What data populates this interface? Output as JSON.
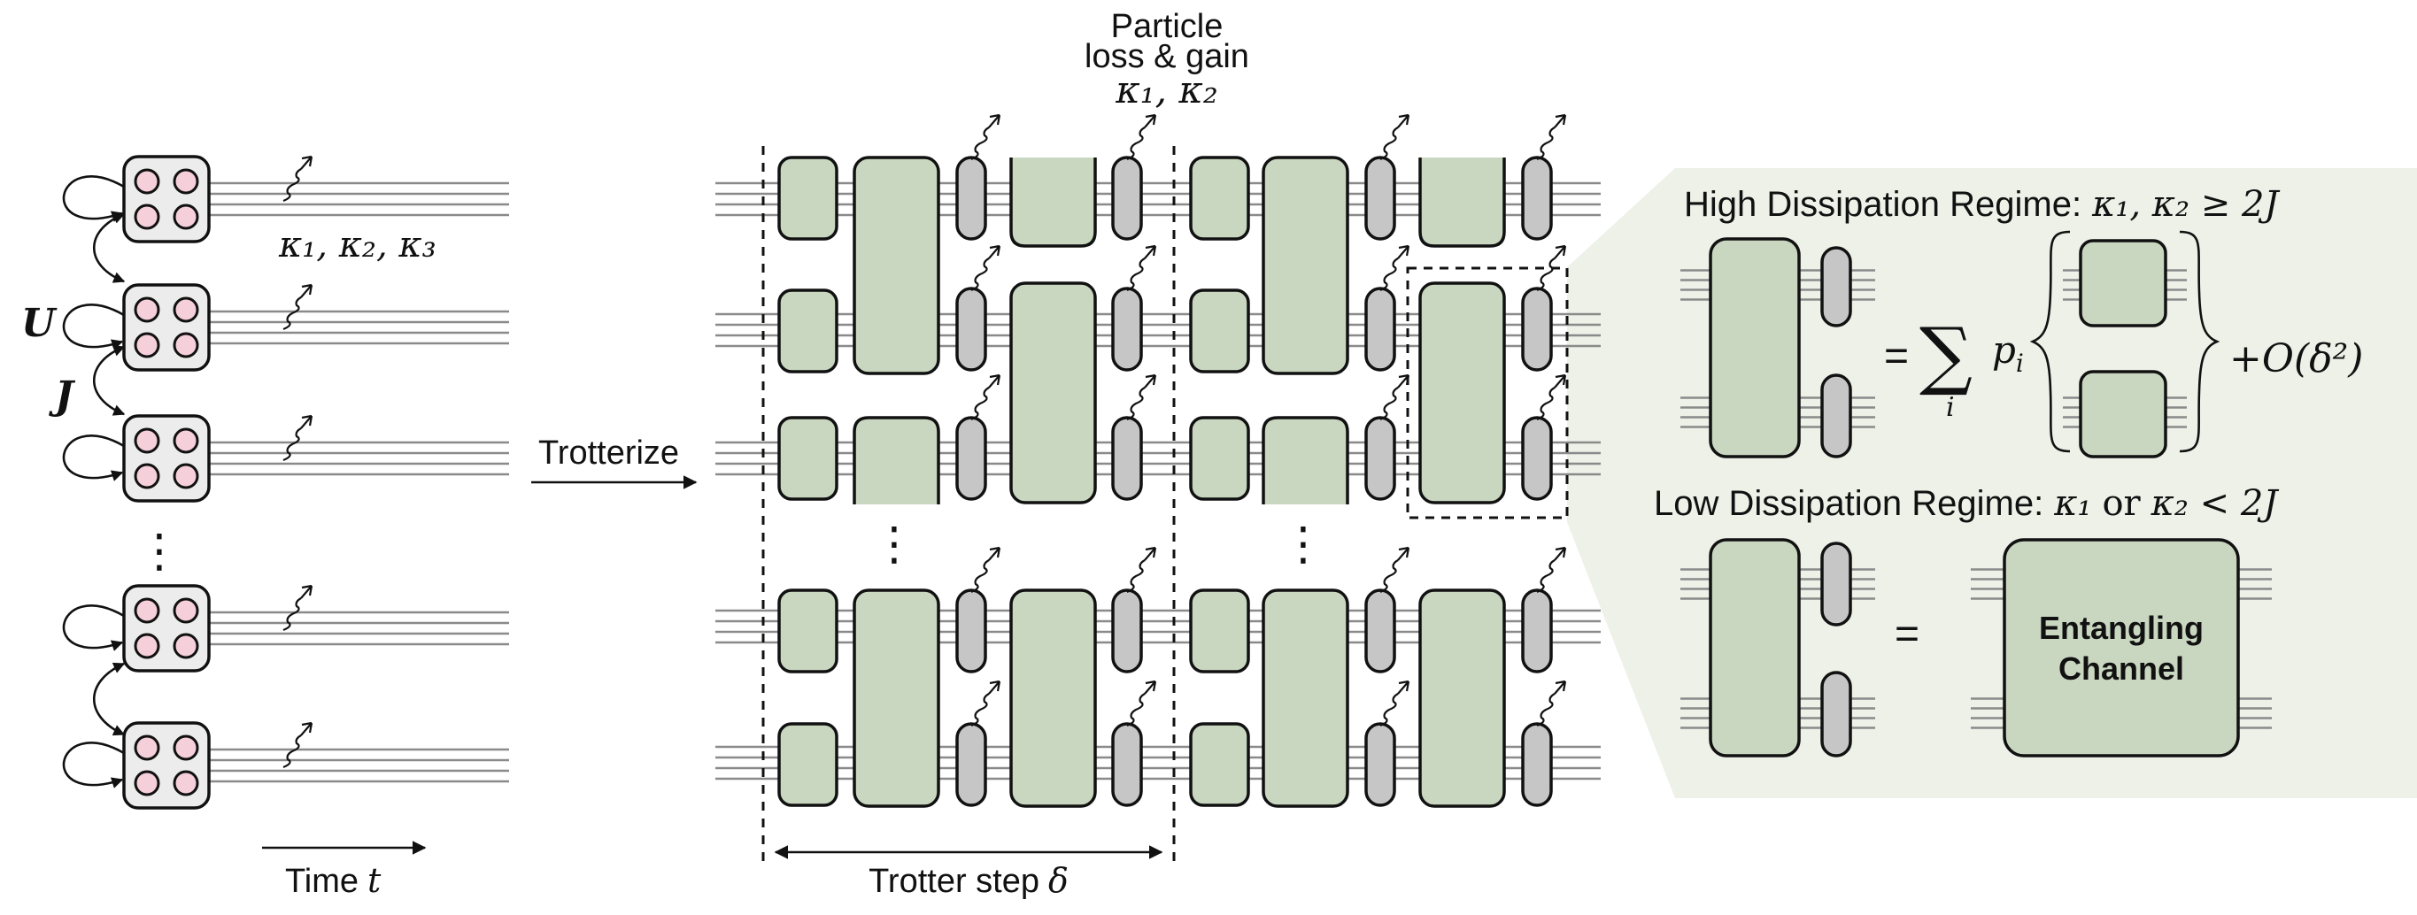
{
  "texts": {
    "kappa123": "κ₁, κ₂, κ₃",
    "U": "U",
    "J": "J",
    "vdots": "⋮",
    "trotterize": "Trotterize",
    "time_word": "Time",
    "time_var": "t",
    "particle_l1": "Particle",
    "particle_l2": "loss & gain",
    "kappa12": "κ₁, κ₂",
    "trotter_step_word": "Trotter step",
    "trotter_step_var": "δ",
    "high_title": "High Dissipation Regime:",
    "high_cond": "κ₁, κ₂ ≥ 2J",
    "low_title": "Low Dissipation Regime:",
    "low_cond_a": "κ₁",
    "low_cond_or": "or",
    "low_cond_b": "κ₂ < 2J",
    "eq1": "=",
    "sum": "∑",
    "sum_index": "i",
    "p_i": "p",
    "p_sub": "i",
    "big_o": "+O(δ²)",
    "eq2": "=",
    "entangling_l1": "Entangling",
    "entangling_l2": "Channel"
  },
  "colors": {
    "gate_fill": "#c9d7c1",
    "bath_fill": "#c6c6c6",
    "site_fill": "#ececec",
    "mode_fill": "#f5cfd9",
    "panel_fill": "#edf1e8",
    "wire": "#8a8a8a"
  },
  "icons": [
    "self-loop-arrow-icon",
    "emission-photon-icon",
    "right-arrow-icon",
    "double-arrow-icon"
  ]
}
